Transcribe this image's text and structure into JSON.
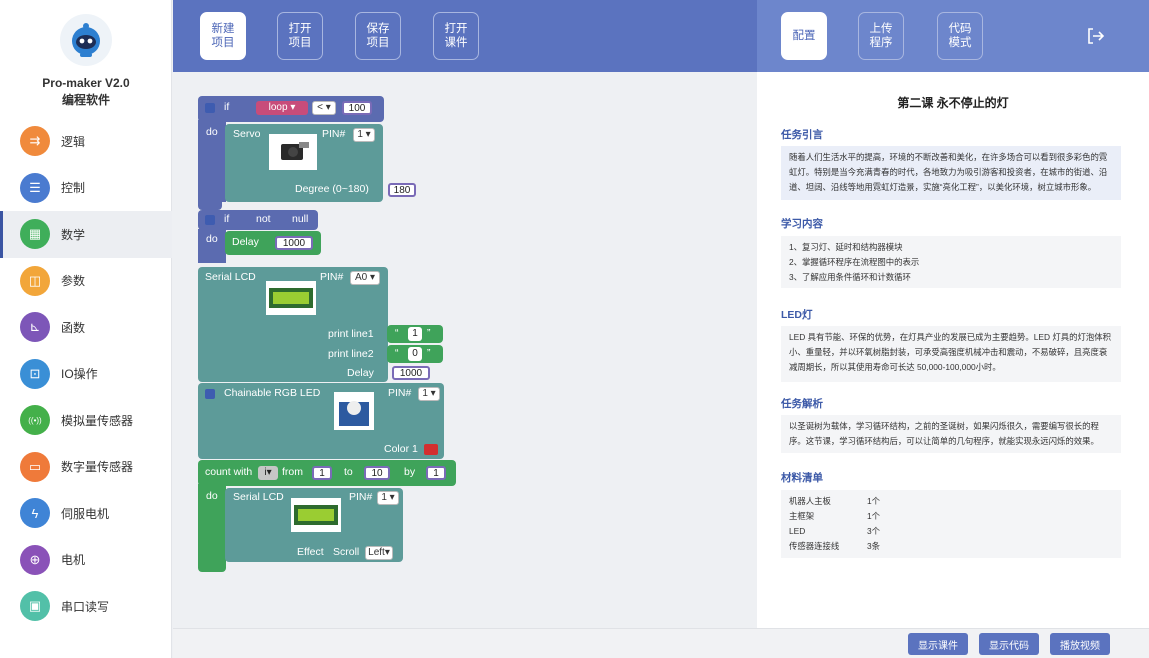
{
  "app": {
    "name": "Pro-maker V2.0",
    "subtitle": "编程软件"
  },
  "sidebar": {
    "items": [
      {
        "label": "逻辑",
        "icon": "logic-icon",
        "color": "#f08a3c"
      },
      {
        "label": "控制",
        "icon": "sliders-icon",
        "color": "#4a7bd0"
      },
      {
        "label": "数学",
        "icon": "calculator-icon",
        "color": "#3fae5a"
      },
      {
        "label": "参数",
        "icon": "variable-icon",
        "color": "#f2a63a"
      },
      {
        "label": "函数",
        "icon": "function-icon",
        "color": "#7d56b8"
      },
      {
        "label": "IO操作",
        "icon": "io-icon",
        "color": "#3a8fd6"
      },
      {
        "label": "模拟量传感器",
        "icon": "analog-sensor-icon",
        "color": "#44b04a"
      },
      {
        "label": "数字量传感器",
        "icon": "digital-sensor-icon",
        "color": "#ef7a3a"
      },
      {
        "label": "伺服电机",
        "icon": "lightning-icon",
        "color": "#3f84d6"
      },
      {
        "label": "电机",
        "icon": "motor-icon",
        "color": "#8a52b8"
      },
      {
        "label": "串口读写",
        "icon": "serial-icon",
        "color": "#52c0a8"
      }
    ],
    "active_index": 2
  },
  "toolbar": {
    "buttons": [
      "新建项目",
      "打开项目",
      "保存项目",
      "打开课件"
    ],
    "right_buttons": [
      "配置",
      "上传程序",
      "代码模式"
    ],
    "exit_icon": "logout-icon"
  },
  "blocks": {
    "if1": {
      "kw_if": "if",
      "kw_do": "do",
      "var": "loop",
      "op": "<",
      "val": "100"
    },
    "servo": {
      "label": "Servo",
      "pin_label": "PIN#",
      "pin": "1",
      "degree_label": "Degree (0~180)",
      "degree": "180"
    },
    "if2": {
      "kw_if": "if",
      "kw_not": "not",
      "kw_null": "null",
      "kw_do": "do"
    },
    "delay1": {
      "label": "Delay",
      "value": "1000"
    },
    "lcd1": {
      "label": "Serial LCD",
      "pin_label": "PIN#",
      "pin": "A0",
      "line1_label": "print line1",
      "line1": "1",
      "line2_label": "print line2",
      "line2": "0",
      "delay_label": "Delay",
      "delay": "1000"
    },
    "rgb": {
      "label": "Chainable RGB LED",
      "pin_label": "PIN#",
      "pin": "1",
      "color_label": "Color 1",
      "color": "#d32f2f"
    },
    "loop": {
      "label": "count with",
      "var": "i",
      "from_label": "from",
      "from": "1",
      "to_label": "to",
      "to": "10",
      "by_label": "by",
      "by": "1",
      "kw_do": "do"
    },
    "lcd2": {
      "label": "Serial LCD",
      "pin_label": "PIN#",
      "pin": "1",
      "effect_label": "Effect",
      "scroll_label": "Scroll",
      "scroll": "Left"
    }
  },
  "lesson": {
    "title": "第二课  永不停止的灯",
    "sections": [
      {
        "title": "任务引言",
        "text": "随着人们生活水平的提高，环境的不断改善和美化，在许多场合可以看到很多彩色的霓虹灯。特别是当今充满青春的时代，各地致力为吸引游客和投资者，在城市的街道、沿道、坦阔、沿线等地用霓虹灯造景，实施“亮化工程”，以美化环境，树立城市形象。"
      },
      {
        "title": "学习内容",
        "items": [
          "1、复习灯、延时和结构器模块",
          "2、掌握循环程序在流程图中的表示",
          "3、了解应用条件循环和计数循环"
        ]
      },
      {
        "title": "LED灯",
        "text": "LED 具有节能、环保的优势，在灯具产业的发展已成为主要趋势。LED 灯具的灯泡体积小、重量轻，并以环氧树脂封装，可承受高强度机械冲击和震动，不易破碎，且亮度衰减周期长，所以其使用寿命可长达 50,000-100,000小时。"
      },
      {
        "title": "任务解析",
        "text": "以圣诞树为载体，学习循环结构，之前的圣诞树，如果闪烁很久，需要编写很长的程序。这节课，学习循环结构后，可以让简单的几句程序，就能实现永远闪烁的效果。"
      },
      {
        "title": "材料清单",
        "materials": [
          [
            "机器人主板",
            "1个"
          ],
          [
            "主框架",
            "1个"
          ],
          [
            "LED",
            "3个"
          ],
          [
            "传感器连接线",
            "3条"
          ]
        ]
      }
    ]
  },
  "bottom": {
    "buttons": [
      "显示课件",
      "显示代码",
      "播放视频"
    ]
  }
}
